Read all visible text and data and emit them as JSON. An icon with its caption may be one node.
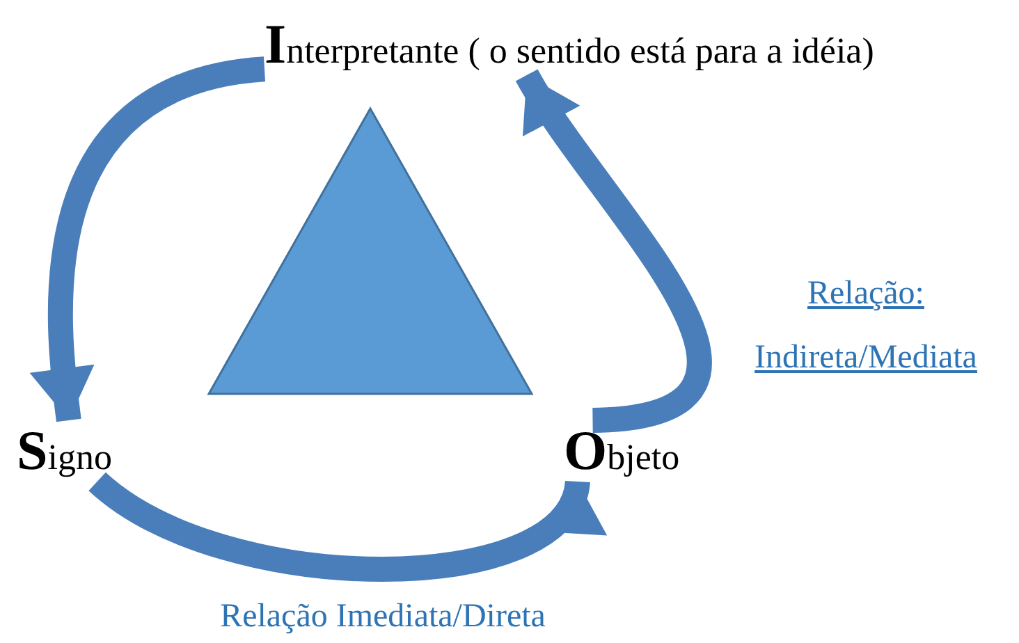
{
  "diagram": {
    "nodes": [
      {
        "text": [
          "**I**nterpretante ( o sentido está para a idéia)"
        ]
      },
      {
        "text": [
          "**S**igno"
        ]
      },
      {
        "text": [
          "**O**bjeto"
        ]
      },
      {
        "text": [],
        "shape": "triangle"
      }
    ],
    "edges": [
      {
        "from": 0,
        "to": 1,
        "arrow": "to"
      },
      {
        "from": 1,
        "to": 2,
        "arrow": "to",
        "label": "Relação Imediata/Direta"
      },
      {
        "from": 2,
        "to": 0,
        "arrow": "to",
        "label": "Relação: Indireta/Mediata"
      }
    ]
  }
}
